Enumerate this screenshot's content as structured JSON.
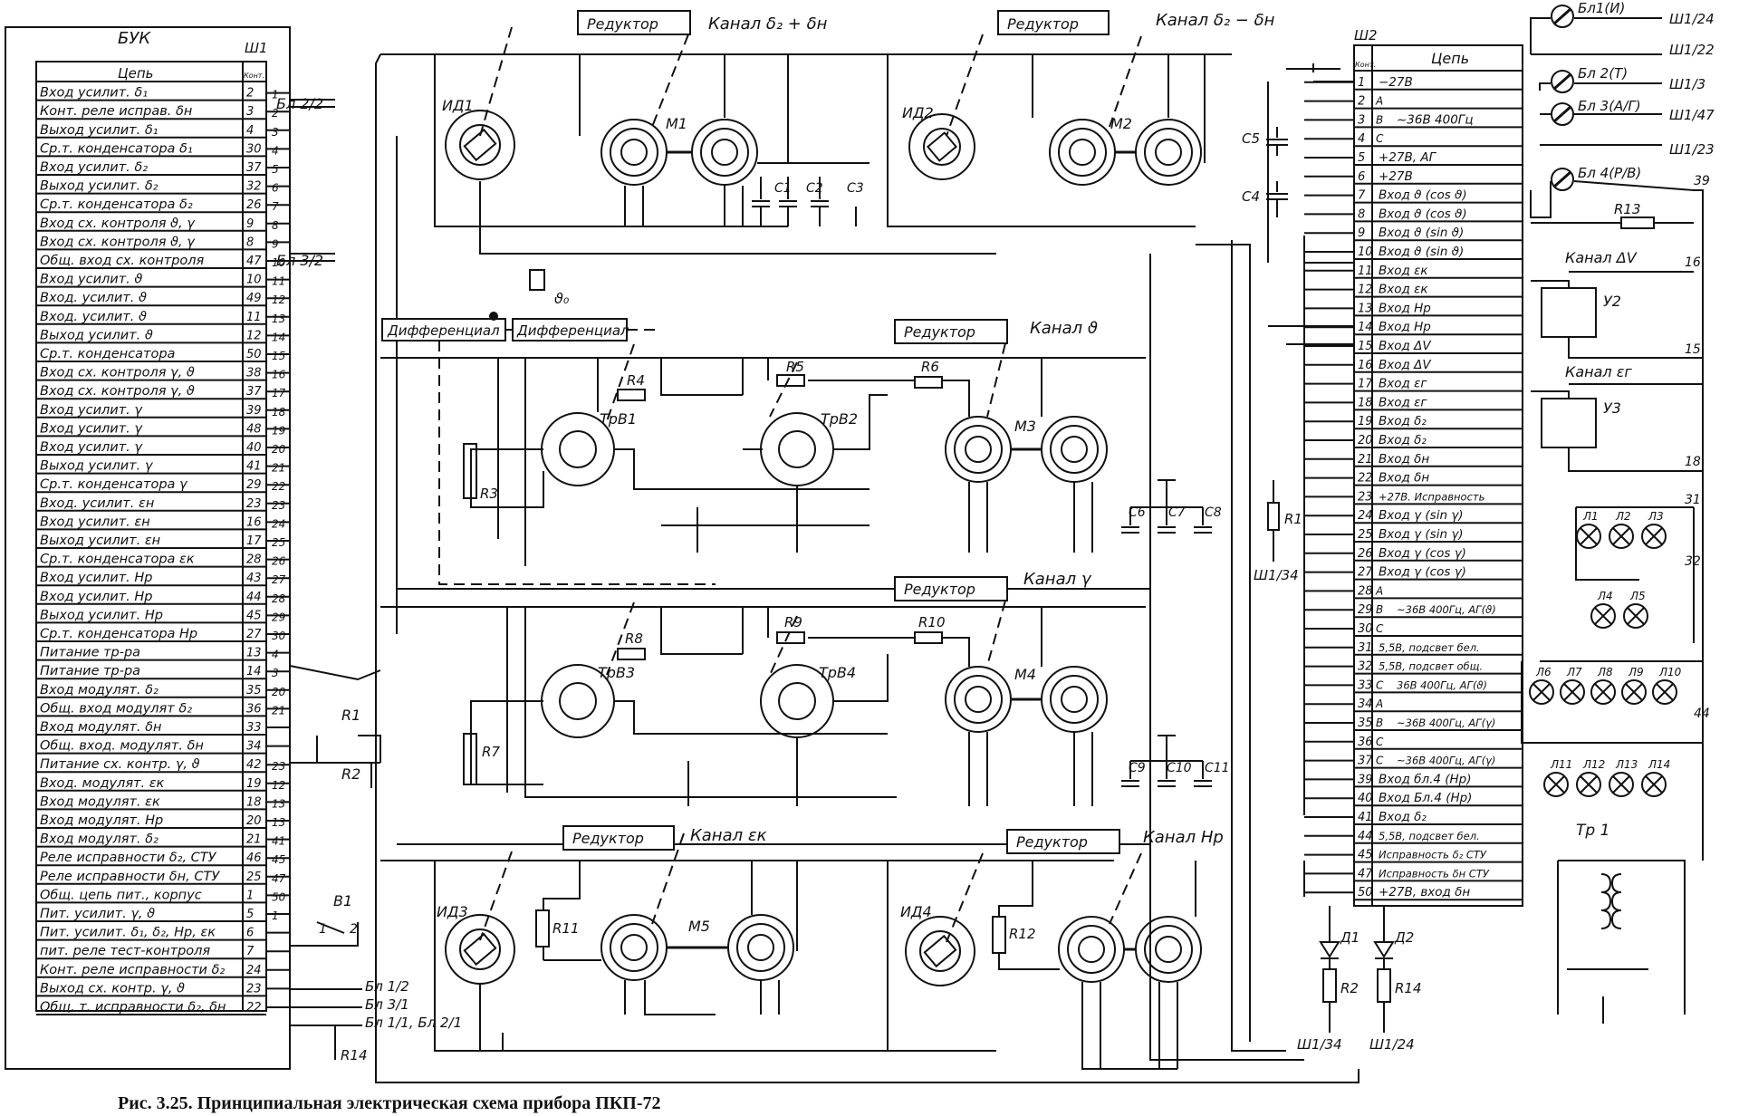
{
  "caption": "Рис. 3.25. Принципиальная электрическая схема прибора ПКП-72",
  "buk": {
    "title": "БУК",
    "connector": "Ш1",
    "col_circuit": "Цепь",
    "col_contact": "Конт.",
    "rows": [
      {
        "label": "Вход усилит. δ₁",
        "pin": "2",
        "out": "1"
      },
      {
        "label": "Конт. реле исправ. δн",
        "pin": "3",
        "out": "2"
      },
      {
        "label": "Выход усилит. δ₁",
        "pin": "4",
        "out": "3"
      },
      {
        "label": "Ср.т. конденсатора δ₁",
        "pin": "30",
        "out": "4"
      },
      {
        "label": "Вход усилит. δ₂",
        "pin": "37",
        "out": "5"
      },
      {
        "label": "Выход усилит. δ₂",
        "pin": "32",
        "out": "6"
      },
      {
        "label": "Ср.т. конденсатора δ₂",
        "pin": "26",
        "out": "7"
      },
      {
        "label": "Вход сх. контроля ϑ, γ",
        "pin": "9",
        "out": "8"
      },
      {
        "label": "Вход сх. контроля ϑ, γ",
        "pin": "8",
        "out": "9"
      },
      {
        "label": "Общ. вход сх. контроля",
        "pin": "47",
        "out": "10"
      },
      {
        "label": "Вход усилит. ϑ",
        "pin": "10",
        "out": "11"
      },
      {
        "label": "Вход. усилит. ϑ",
        "pin": "49",
        "out": "12"
      },
      {
        "label": "Вход. усилит. ϑ",
        "pin": "11",
        "out": "13"
      },
      {
        "label": "Выход усилит. ϑ",
        "pin": "12",
        "out": "14"
      },
      {
        "label": "Ср.т. конденсатора",
        "pin": "50",
        "out": "15"
      },
      {
        "label": "Вход сх. контроля γ, ϑ",
        "pin": "38",
        "out": "16"
      },
      {
        "label": "Вход сх. контроля γ, ϑ",
        "pin": "37",
        "out": "17"
      },
      {
        "label": "Вход усилит. γ",
        "pin": "39",
        "out": "18"
      },
      {
        "label": "Вход усилит. γ",
        "pin": "48",
        "out": "19"
      },
      {
        "label": "Вход усилит. γ",
        "pin": "40",
        "out": "20"
      },
      {
        "label": "Выход усилит. γ",
        "pin": "41",
        "out": "21"
      },
      {
        "label": "Ср.т. конденсатора γ",
        "pin": "29",
        "out": "22"
      },
      {
        "label": "Вход. усилит. εн",
        "pin": "23",
        "out": "23"
      },
      {
        "label": "Вход усилит. εн",
        "pin": "16",
        "out": "24"
      },
      {
        "label": "Выход усилит. εн",
        "pin": "17",
        "out": "25"
      },
      {
        "label": "Ср.т. конденсатора εк",
        "pin": "28",
        "out": "26"
      },
      {
        "label": "Вход усилит. Hр",
        "pin": "43",
        "out": "27"
      },
      {
        "label": "Вход усилит. Hр",
        "pin": "44",
        "out": "28"
      },
      {
        "label": "Выход усилит. Hр",
        "pin": "45",
        "out": "29"
      },
      {
        "label": "Ср.т. конденсатора Hр",
        "pin": "27",
        "out": "30"
      },
      {
        "label": "Питание тр-ра",
        "pin": "13",
        "out": "4"
      },
      {
        "label": "Питание тр-ра",
        "pin": "14",
        "out": "3"
      },
      {
        "label": "Вход модулят. δ₂",
        "pin": "35",
        "out": "20"
      },
      {
        "label": "Общ. вход модулят δ₂",
        "pin": "36",
        "out": "21"
      },
      {
        "label": "Вход модулят. δн",
        "pin": "33",
        "out": ""
      },
      {
        "label": "Общ. вход. модулят. δн",
        "pin": "34",
        "out": ""
      },
      {
        "label": "Питание сх. контр. γ, ϑ",
        "pin": "42",
        "out": "23"
      },
      {
        "label": "Вход. модулят. εк",
        "pin": "19",
        "out": "12"
      },
      {
        "label": "Вход модулят. εк",
        "pin": "18",
        "out": "13"
      },
      {
        "label": "Вход модулят. Hр",
        "pin": "20",
        "out": "13"
      },
      {
        "label": "Вход модулят. δ₂",
        "pin": "21",
        "out": "41"
      },
      {
        "label": "Реле исправности δ₂, СТУ",
        "pin": "46",
        "out": "45"
      },
      {
        "label": "Реле исправности δн, СТУ",
        "pin": "25",
        "out": "47"
      },
      {
        "label": "Общ. цепь пит., корпус",
        "pin": "1",
        "out": "50"
      },
      {
        "label": "Пит. усилит. γ, ϑ",
        "pin": "5",
        "out": "1"
      },
      {
        "label": "Пит. усилит. δ₁, δ₂, Hр, εк",
        "pin": "6",
        "out": ""
      },
      {
        "label": "пит. реле тест-контроля",
        "pin": "7",
        "out": ""
      },
      {
        "label": "Конт. реле исправности δ₂",
        "pin": "24",
        "out": ""
      },
      {
        "label": "Выход сх. контр. γ, ϑ",
        "pin": "23",
        "out": ""
      },
      {
        "label": "Общ. т. исправности δ₂, δн",
        "pin": "22",
        "out": ""
      }
    ],
    "side_labels": {
      "bl22": "Бл 2/2",
      "bl32": "Бл 3/2",
      "r1": "R1",
      "r2": "R2",
      "v1": "В1",
      "v1_1": "1",
      "v1_2": "2",
      "bl12": "Бл 1/2",
      "bl31": "Бл 3/1",
      "bl11": "Бл 1/1, Бл 2/1",
      "r14": "R14"
    }
  },
  "sh2": {
    "connector": "Ш2",
    "col_contact": "Конт.",
    "col_circuit": "Цепь",
    "rows": [
      {
        "pin": "1",
        "sub": "",
        "label": "−27В"
      },
      {
        "pin": "2",
        "sub": "А",
        "label": ""
      },
      {
        "pin": "3",
        "sub": "В",
        "label": "~36В 400Гц"
      },
      {
        "pin": "4",
        "sub": "С",
        "label": ""
      },
      {
        "pin": "5",
        "sub": "",
        "label": "+27В, АГ"
      },
      {
        "pin": "6",
        "sub": "",
        "label": "+27В"
      },
      {
        "pin": "7",
        "sub": "",
        "label": "Вход ϑ (cos ϑ)"
      },
      {
        "pin": "8",
        "sub": "",
        "label": "Вход ϑ (cos ϑ)"
      },
      {
        "pin": "9",
        "sub": "",
        "label": "Вход ϑ (sin ϑ)"
      },
      {
        "pin": "10",
        "sub": "",
        "label": "Вход ϑ (sin ϑ)"
      },
      {
        "pin": "11",
        "sub": "",
        "label": "Вход εк"
      },
      {
        "pin": "12",
        "sub": "",
        "label": "Вход εк"
      },
      {
        "pin": "13",
        "sub": "",
        "label": "Вход Hр"
      },
      {
        "pin": "14",
        "sub": "",
        "label": "Вход Hр"
      },
      {
        "pin": "15",
        "sub": "",
        "label": "Вход ΔV"
      },
      {
        "pin": "16",
        "sub": "",
        "label": "Вход ΔV"
      },
      {
        "pin": "17",
        "sub": "",
        "label": "Вход εг"
      },
      {
        "pin": "18",
        "sub": "",
        "label": "Вход εг"
      },
      {
        "pin": "19",
        "sub": "",
        "label": "Вход δ₂"
      },
      {
        "pin": "20",
        "sub": "",
        "label": "Вход δ₂"
      },
      {
        "pin": "21",
        "sub": "",
        "label": "Вход δн"
      },
      {
        "pin": "22",
        "sub": "",
        "label": "Вход δн"
      },
      {
        "pin": "23",
        "sub": "",
        "label": "+27В. Исправность"
      },
      {
        "pin": "24",
        "sub": "",
        "label": "Вход γ (sin γ)"
      },
      {
        "pin": "25",
        "sub": "",
        "label": "Вход γ (sin γ)"
      },
      {
        "pin": "26",
        "sub": "",
        "label": "Вход γ (cos γ)"
      },
      {
        "pin": "27",
        "sub": "",
        "label": "Вход γ (cos γ)"
      },
      {
        "pin": "28",
        "sub": "А",
        "label": ""
      },
      {
        "pin": "29",
        "sub": "В",
        "label": "~36В 400Гц, АГ(ϑ)"
      },
      {
        "pin": "30",
        "sub": "С",
        "label": ""
      },
      {
        "pin": "31",
        "sub": "",
        "label": "5,5В, подсвет бел."
      },
      {
        "pin": "32",
        "sub": "",
        "label": "5,5В, подсвет общ."
      },
      {
        "pin": "33",
        "sub": "С",
        "label": "36В 400Гц, АГ(ϑ)"
      },
      {
        "pin": "34",
        "sub": "А",
        "label": ""
      },
      {
        "pin": "35",
        "sub": "В",
        "label": "~36В 400Гц, АГ(γ)"
      },
      {
        "pin": "36",
        "sub": "С",
        "label": ""
      },
      {
        "pin": "37",
        "sub": "С",
        "label": "~36В 400Гц, АГ(γ)"
      },
      {
        "pin": "39",
        "sub": "",
        "label": "Вход бл.4 (Hр)"
      },
      {
        "pin": "40",
        "sub": "",
        "label": "Вход Бл.4 (Hр)"
      },
      {
        "pin": "41",
        "sub": "",
        "label": "Вход δ₂"
      },
      {
        "pin": "44",
        "sub": "",
        "label": "5,5В, подсвет бел."
      },
      {
        "pin": "45",
        "sub": "",
        "label": "Исправность δ₂ СТУ"
      },
      {
        "pin": "47",
        "sub": "",
        "label": "Исправность δн СТУ"
      },
      {
        "pin": "50",
        "sub": "",
        "label": "+27В, вход δн"
      }
    ],
    "c5": "С5",
    "c4": "С4",
    "r1": "R1",
    "sh134": "Ш1/34",
    "d1": "Д1",
    "d2": "Д2",
    "r2": "R2",
    "r14": "R14",
    "sh134b": "Ш1/34",
    "sh124": "Ш1/24"
  },
  "blocks": {
    "ch1": {
      "reducer": "Редуктор",
      "channel": "Канал δ₂ + δн",
      "sensor": "ИД1",
      "motor": "М1",
      "caps": [
        "С1",
        "С2",
        "С3"
      ]
    },
    "ch2": {
      "reducer": "Редуктор",
      "channel": "Канал δ₂ − δн",
      "sensor": "ИД2",
      "motor": "М2"
    },
    "ch3": {
      "reducer": "Редуктор",
      "channel": "Канал ϑ",
      "motor": "М3",
      "trA": "ТрВ1",
      "trB": "ТрВ2",
      "r3": "R3",
      "r4": "R4",
      "r5": "R5",
      "r6": "R6",
      "caps": [
        "С6",
        "С7",
        "С8"
      ]
    },
    "ch4": {
      "reducer": "Редуктор",
      "channel": "Канал γ",
      "motor": "М4",
      "trA": "ТрВ3",
      "trB": "ТрВ4",
      "r7": "R7",
      "r8": "R8",
      "r9": "R9",
      "r10": "R10",
      "caps": [
        "С9",
        "С10",
        "С11"
      ]
    },
    "ch5": {
      "reducer": "Редуктор",
      "channel": "Канал εк",
      "sensor": "ИД3",
      "motor": "М5",
      "r11": "R11"
    },
    "ch6": {
      "reducer": "Редуктор",
      "channel": "Канал Hр",
      "sensor": "ИД4",
      "r12": "R12"
    },
    "diff1": "Дифференциал",
    "diff2": "Дифференциал",
    "theta0": "ϑ₀"
  },
  "right": {
    "bl1": "Бл1(И)",
    "bl2": "Бл 2(Т)",
    "bl3": "Бл 3(А/Г)",
    "bl4": "Бл 4(Р/В)",
    "sh124": "Ш1/24",
    "sh122": "Ш1/22",
    "sh13": "Ш1/3",
    "sh147": "Ш1/47",
    "sh123": "Ш1/23",
    "r13": "R13",
    "chdv": "Канал ΔV",
    "u2": "У2",
    "cheg": "Канал εг",
    "u3": "У3",
    "lamps": [
      "Л1",
      "Л2",
      "Л3",
      "Л4",
      "Л5",
      "Л6",
      "Л7",
      "Л8",
      "Л9",
      "Л10",
      "Л11",
      "Л12",
      "Л13",
      "Л14"
    ],
    "tr1": "Тр 1",
    "n39": "39",
    "n16": "16",
    "n15": "15",
    "n18": "18",
    "n31": "31",
    "n32": "32",
    "n44": "44"
  }
}
